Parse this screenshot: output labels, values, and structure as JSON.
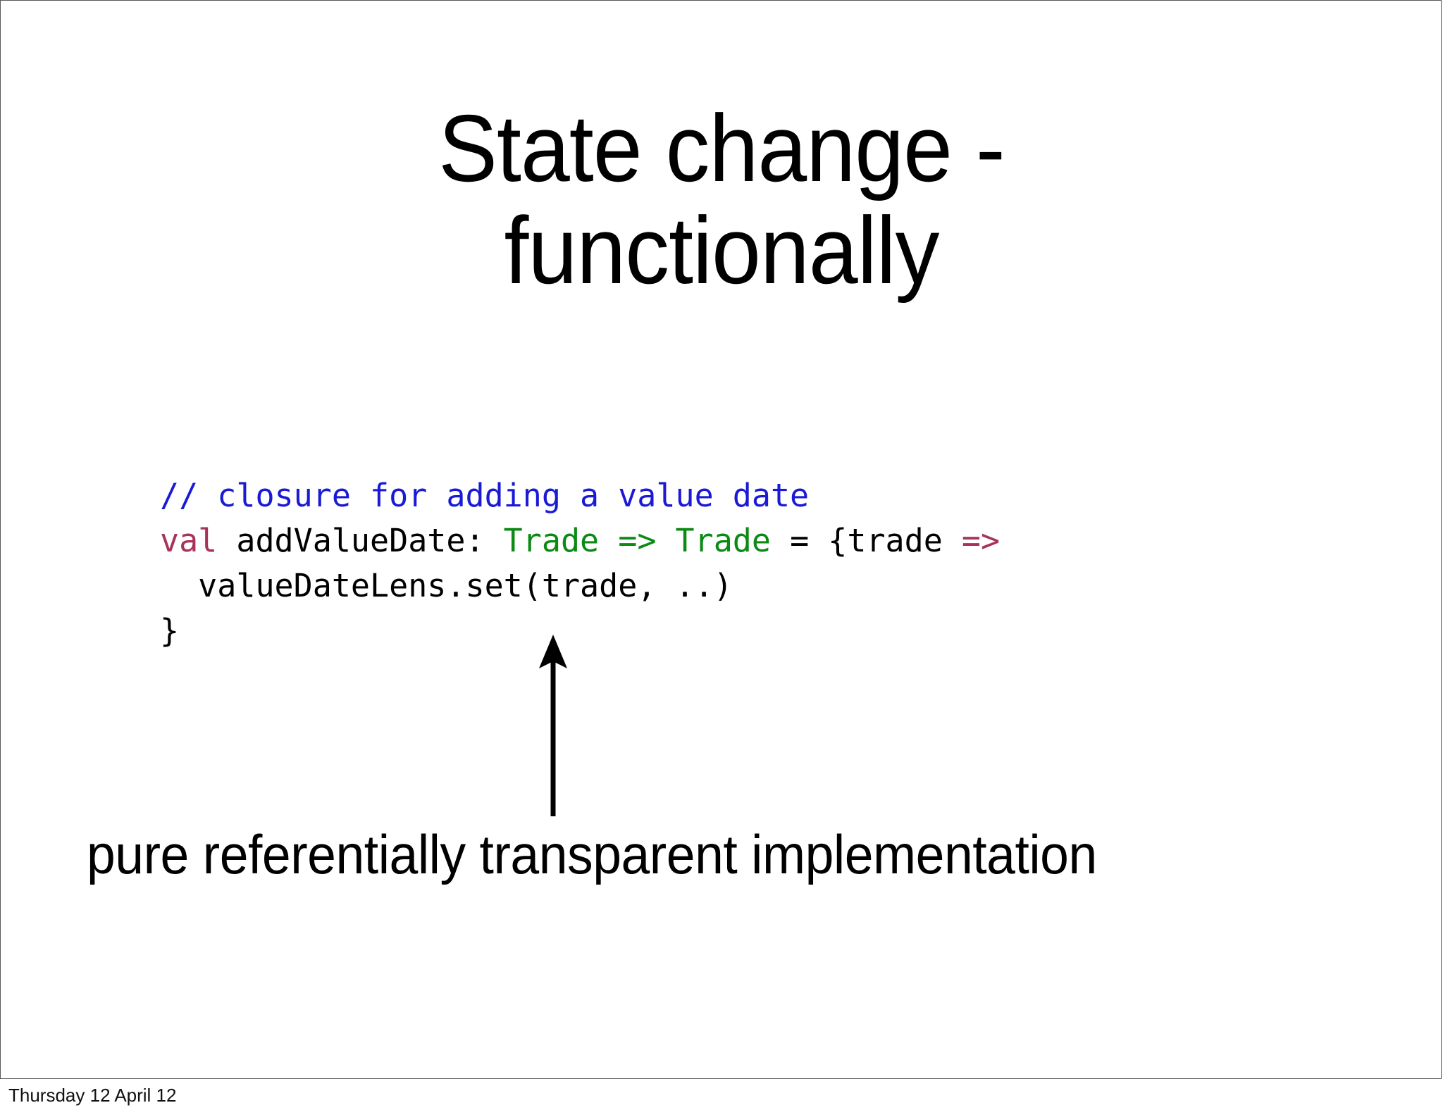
{
  "slide": {
    "title_line1": "State change -",
    "title_line2": "functionally",
    "caption": "pure referentially transparent implementation",
    "footer_date": "Thursday 12 April 12",
    "background_color": "#ffffff",
    "border_color": "#585858"
  },
  "code": {
    "language": "scala",
    "colors": {
      "comment": "#1a1ad6",
      "keyword": "#a8325a",
      "type": "#0b8a14",
      "plain": "#000000"
    },
    "lines": [
      {
        "id": "line-1",
        "text": "// closure for adding a value date",
        "tokens": [
          {
            "t": "// closure for adding a value date",
            "k": "comment"
          }
        ]
      },
      {
        "id": "line-2",
        "text": "val addValueDate: Trade => Trade = {trade =>",
        "tokens": [
          {
            "t": "val",
            "k": "keyword"
          },
          {
            "t": " addValueDate: ",
            "k": "plain"
          },
          {
            "t": "Trade",
            "k": "type"
          },
          {
            "t": " ",
            "k": "plain"
          },
          {
            "t": "=>",
            "k": "type"
          },
          {
            "t": " ",
            "k": "plain"
          },
          {
            "t": "Trade",
            "k": "type"
          },
          {
            "t": " = {trade ",
            "k": "plain"
          },
          {
            "t": "=>",
            "k": "keyword"
          }
        ]
      },
      {
        "id": "line-3",
        "text": "  valueDateLens.set(trade, ..)",
        "tokens": [
          {
            "t": "  valueDateLens.set(trade, ..)",
            "k": "plain"
          }
        ]
      },
      {
        "id": "line-4",
        "text": "}",
        "tokens": [
          {
            "t": "}",
            "k": "plain"
          }
        ]
      }
    ]
  },
  "annotation": {
    "arrow_name": "up-arrow",
    "arrow_direction": "up",
    "arrow_color": "#000000"
  }
}
